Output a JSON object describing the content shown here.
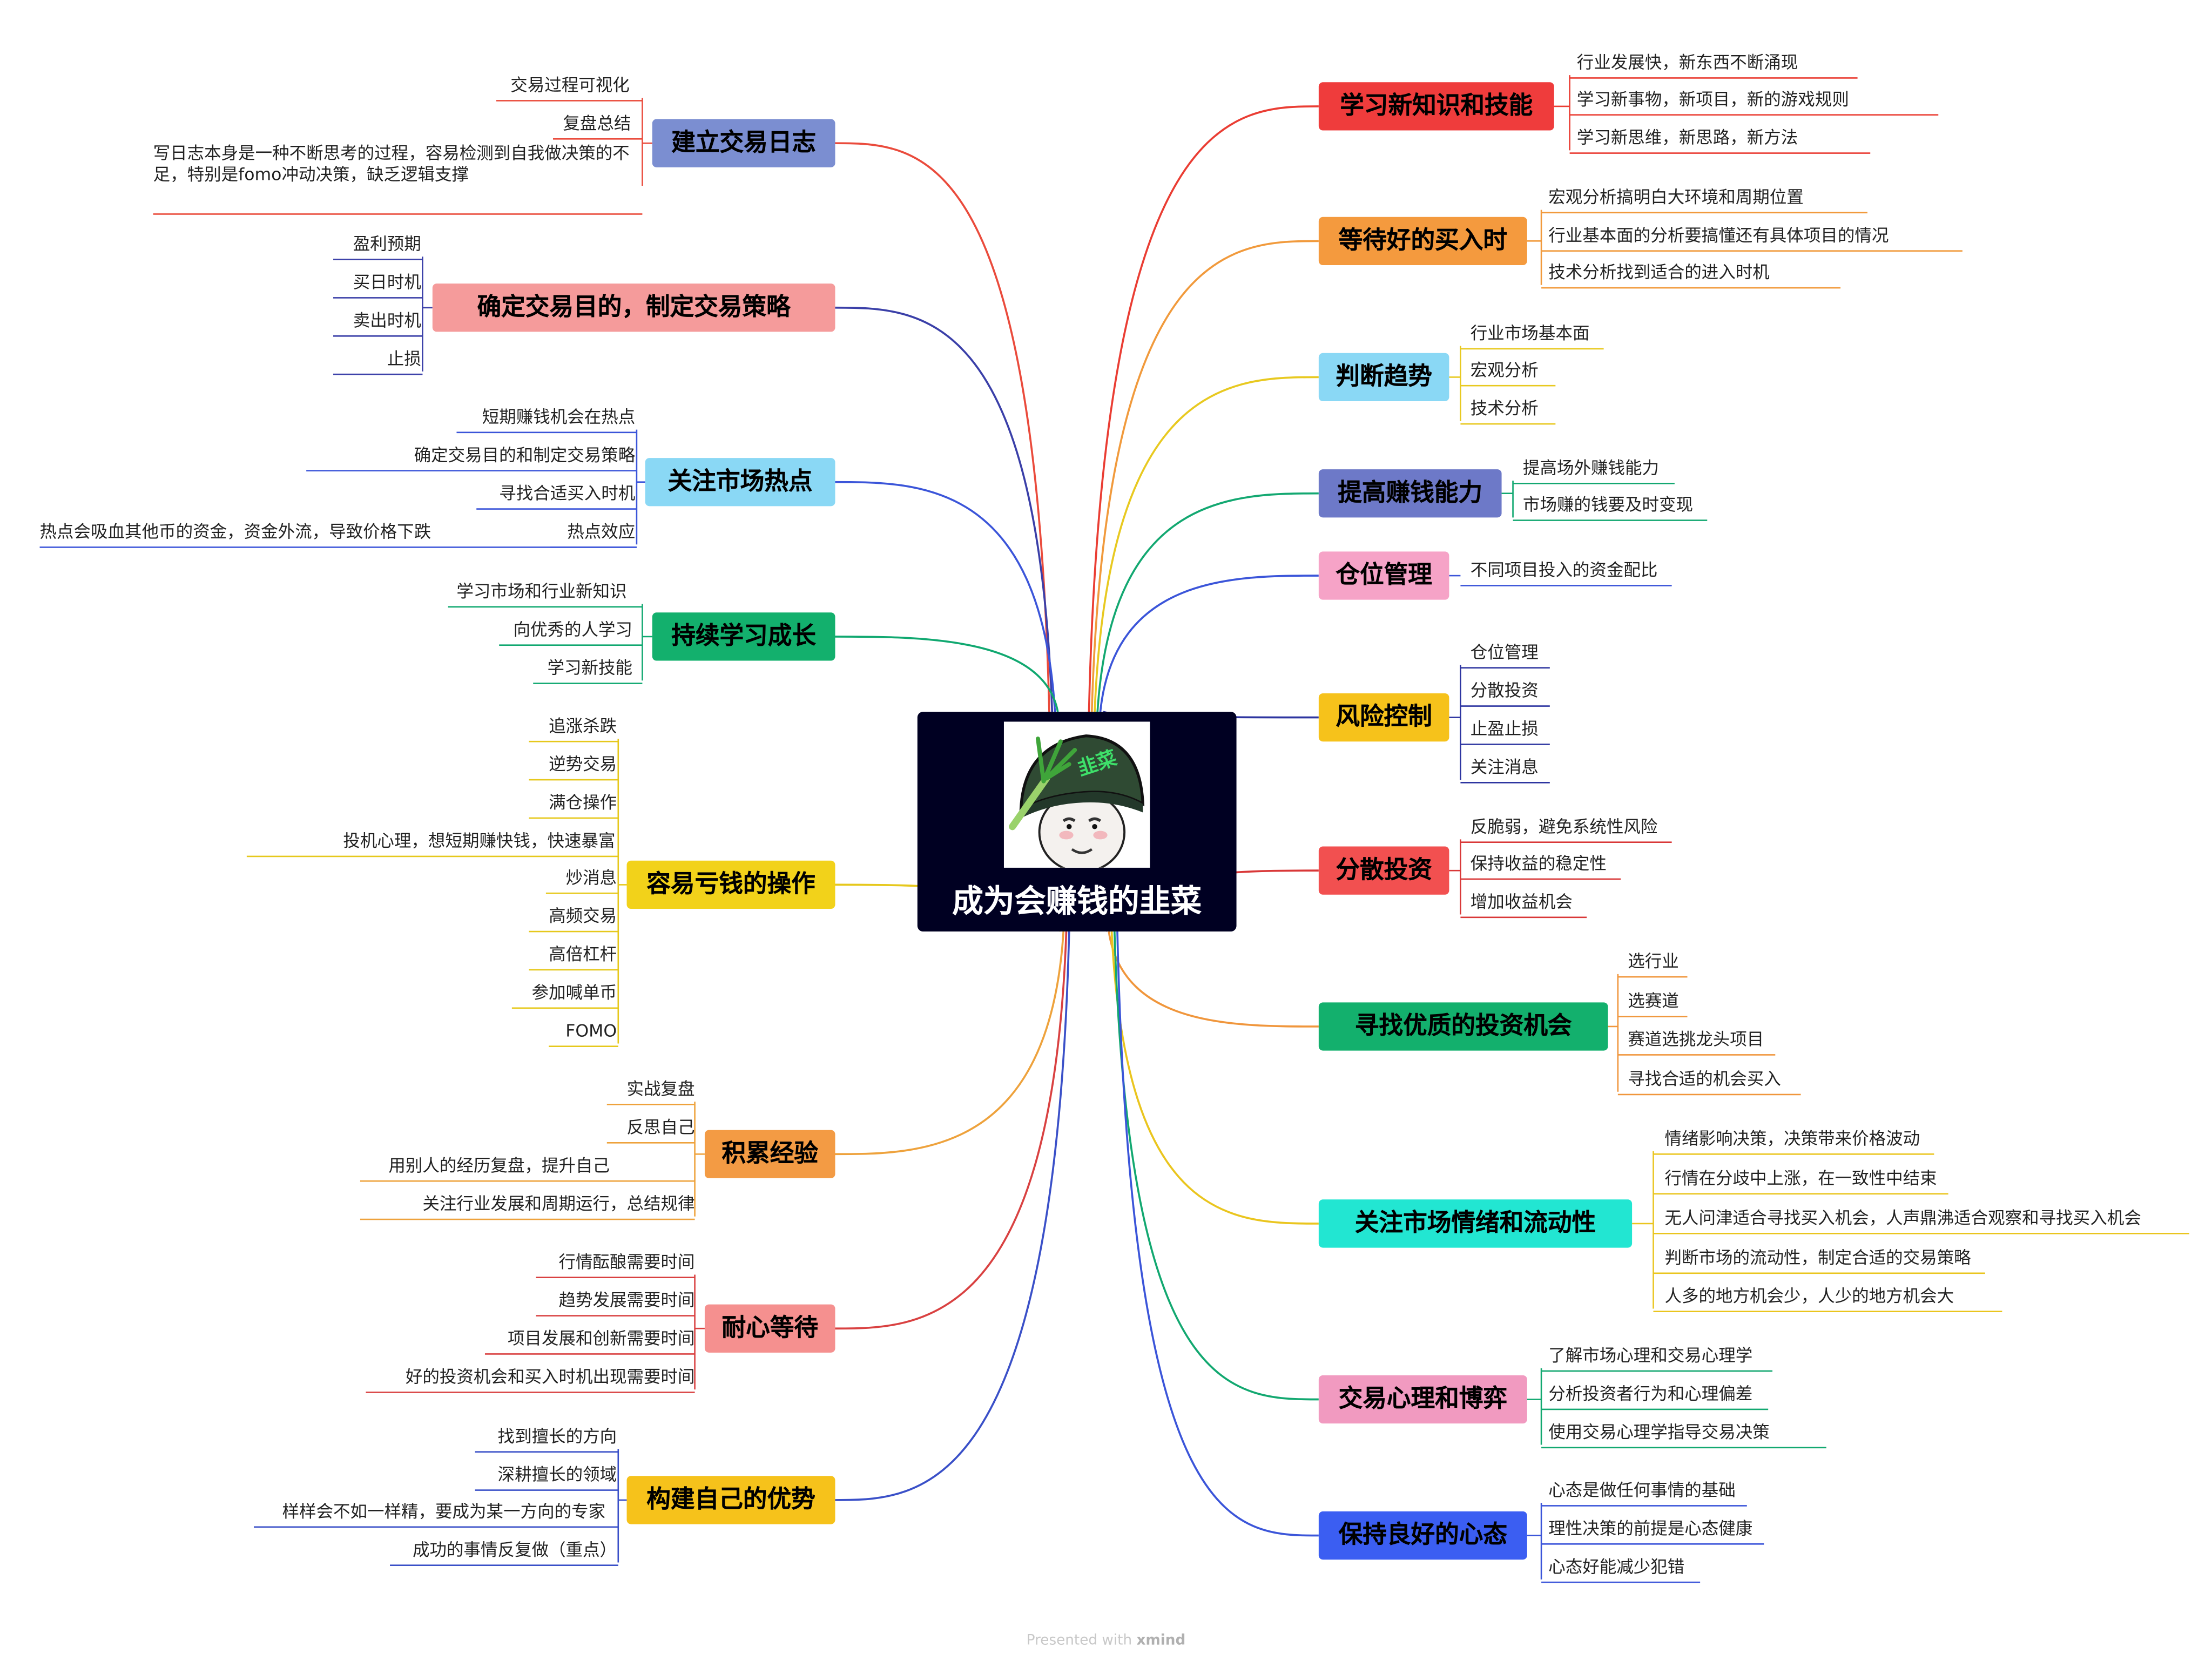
{
  "root": {
    "title": "成为会赚钱的韭菜",
    "hat_label": "韭菜"
  },
  "left_topics": [
    {
      "label": "建立交易日志",
      "bg": "#7b8ed1",
      "fg": "#000000",
      "line": "#ea4b3c",
      "leaves": [
        "交易过程可视化",
        "复盘总结",
        "写日志本身是一种不断思考的过程，容易检测到自我做决策的不足，特别是fomo冲动决策，缺乏逻辑支撑"
      ]
    },
    {
      "label": "确定交易目的，制定交易策略",
      "bg": "#f59b9b",
      "fg": "#000000",
      "line": "#3a3fa8",
      "leaves": [
        "盈利预期",
        "买日时机",
        "卖出时机",
        "止损"
      ]
    },
    {
      "label": "关注市场热点",
      "bg": "#8ad8f5",
      "fg": "#000000",
      "line": "#3b55d9",
      "leaves": [
        "短期赚钱机会在热点",
        "确定交易目的和制定交易策略",
        "寻找合适买入时机",
        "热点效应",
        "热点会吸血其他币的资金，资金外流，导致价格下跌"
      ]
    },
    {
      "label": "持续学习成长",
      "bg": "#13b06d",
      "fg": "#000000",
      "line": "#10a870",
      "leaves": [
        "学习市场和行业新知识",
        "向优秀的人学习",
        "学习新技能"
      ]
    },
    {
      "label": "容易亏钱的操作",
      "bg": "#f2d21a",
      "fg": "#000000",
      "line": "#e6c81c",
      "leaves": [
        "追涨杀跌",
        "逆势交易",
        "满仓操作",
        "投机心理，想短期赚快钱，快速暴富",
        "炒消息",
        "高频交易",
        "高倍杠杆",
        "参加喊单币",
        "FOMO"
      ]
    },
    {
      "label": "积累经验",
      "bg": "#f39b44",
      "fg": "#000000",
      "line": "#eea23c",
      "leaves": [
        "实战复盘",
        "反思自己",
        "用别人的经历复盘，提升自己",
        "关注行业发展和周期运行，总结规律"
      ]
    },
    {
      "label": "耐心等待",
      "bg": "#f5908f",
      "fg": "#000000",
      "line": "#d94141",
      "leaves": [
        "行情酝酿需要时间",
        "趋势发展需要时间",
        "项目发展和创新需要时间",
        "好的投资机会和买入时机出现需要时间"
      ]
    },
    {
      "label": "构建自己的优势",
      "bg": "#f6c21b",
      "fg": "#000000",
      "line": "#3a50c8",
      "leaves": [
        "找到擅长的方向",
        "深耕擅长的领域",
        "样样会不如一样精，要成为某一方向的专家",
        "成功的事情反复做（重点）"
      ]
    }
  ],
  "right_topics": [
    {
      "label": "学习新知识和技能",
      "bg": "#ef3c3c",
      "fg": "#000000",
      "line": "#ea3d33",
      "leaves": [
        "行业发展快，新东西不断涌现",
        "学习新事物，新项目，新的游戏规则",
        "学习新思维，新思路，新方法"
      ]
    },
    {
      "label": "等待好的买入时",
      "bg": "#f49a3e",
      "fg": "#000000",
      "line": "#f19a3c",
      "leaves": [
        "宏观分析搞明白大环境和周期位置",
        "行业基本面的分析要搞懂还有具体项目的情况",
        "技术分析找到适合的进入时机"
      ]
    },
    {
      "label": "判断趋势",
      "bg": "#8ad8f5",
      "fg": "#000000",
      "line": "#e8c920",
      "leaves": [
        "行业市场基本面",
        "宏观分析",
        "技术分析"
      ]
    },
    {
      "label": "提高赚钱能力",
      "bg": "#6d79c8",
      "fg": "#000000",
      "line": "#13a871",
      "leaves": [
        "提高场外赚钱能力",
        "市场赚的钱要及时变现"
      ]
    },
    {
      "label": "仓位管理",
      "bg": "#f6a3c7",
      "fg": "#000000",
      "line": "#3b55d9",
      "leaves": [
        "不同项目投入的资金配比"
      ]
    },
    {
      "label": "风险控制",
      "bg": "#f6c21b",
      "fg": "#000000",
      "line": "#2d35a0",
      "leaves": [
        "仓位管理",
        "分散投资",
        "止盈止损",
        "关注消息"
      ]
    },
    {
      "label": "分散投资",
      "bg": "#f25050",
      "fg": "#000000",
      "line": "#d93838",
      "leaves": [
        "反脆弱，避免系统性风险",
        "保持收益的稳定性",
        "增加收益机会"
      ]
    },
    {
      "label": "寻找优质的投资机会",
      "bg": "#13b06d",
      "fg": "#000000",
      "line": "#f0963c",
      "leaves": [
        "选行业",
        "选赛道",
        "赛道选挑龙头项目",
        "寻找合适的机会买入"
      ]
    },
    {
      "label": "关注市场情绪和流动性",
      "bg": "#22e6d2",
      "fg": "#000000",
      "line": "#eac51e",
      "leaves": [
        "情绪影响决策，决策带来价格波动",
        "行情在分歧中上涨，在一致性中结束",
        "无人问津适合寻找买入机会，人声鼎沸适合观察和寻找买入机会",
        "判断市场的流动性，制定合适的交易策略",
        "人多的地方机会少，人少的地方机会大"
      ]
    },
    {
      "label": "交易心理和博弈",
      "bg": "#f19ac0",
      "fg": "#000000",
      "line": "#12a870",
      "leaves": [
        "了解市场心理和交易心理学",
        "分析投资者行为和心理偏差",
        "使用交易心理学指导交易决策"
      ]
    },
    {
      "label": "保持良好的心态",
      "bg": "#3b5ef2",
      "fg": "#000000",
      "line": "#3b55d9",
      "leaves": [
        "心态是做任何事情的基础",
        "理性决策的前提是心态健康",
        "心态好能减少犯错"
      ]
    }
  ],
  "footer": {
    "prefix": "Presented with",
    "brand": "xmind"
  },
  "colors": {
    "center_bg": "#000022",
    "leaf_text": "#222222"
  }
}
